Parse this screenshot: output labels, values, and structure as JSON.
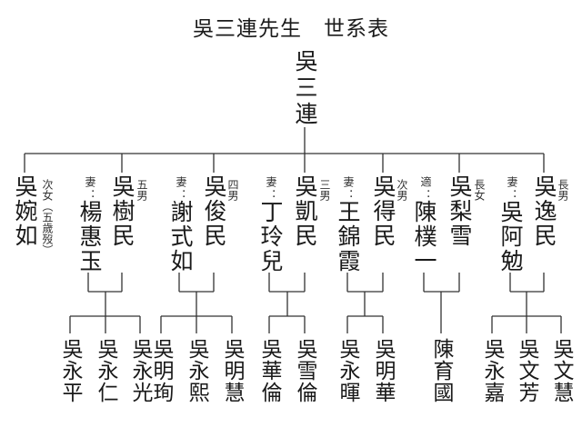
{
  "title": "吳三連先生　世系表",
  "root": {
    "name": "吳三連"
  },
  "generation2": [
    {
      "id": "g1",
      "name": "吳婉如",
      "note": "次女（五歲歿）",
      "spouse_label": null,
      "spouse": null,
      "children": []
    },
    {
      "id": "g2",
      "name": "吳樹民",
      "note": "五男",
      "spouse_label": "妻：",
      "spouse": "楊惠玉",
      "children": [
        "吳永平",
        "吳永仁",
        "吳永光"
      ]
    },
    {
      "id": "g3",
      "name": "吳俊民",
      "note": "四男",
      "spouse_label": "妻：",
      "spouse": "謝式如",
      "children": [
        "吳明珣",
        "吳永熙",
        "吳明慧"
      ]
    },
    {
      "id": "g4",
      "name": "吳凱民",
      "note": "三男",
      "spouse_label": "妻：",
      "spouse": "丁玲兒",
      "children": [
        "吳華倫",
        "吳雪倫"
      ]
    },
    {
      "id": "g5",
      "name": "吳得民",
      "note": "次男",
      "spouse_label": "妻：",
      "spouse": "王錦霞",
      "children": [
        "吳永暉",
        "吳明華"
      ]
    },
    {
      "id": "g6",
      "name": "吳梨雪",
      "note": "長女",
      "spouse_label": "適：",
      "spouse": "陳樸一",
      "children": [
        "陳育國"
      ]
    },
    {
      "id": "g7",
      "name": "吳逸民",
      "note": "長男",
      "spouse_label": "妻：",
      "spouse": "吳阿勉",
      "children": [
        "吳永嘉",
        "吳文芳",
        "吳文慧"
      ]
    }
  ]
}
